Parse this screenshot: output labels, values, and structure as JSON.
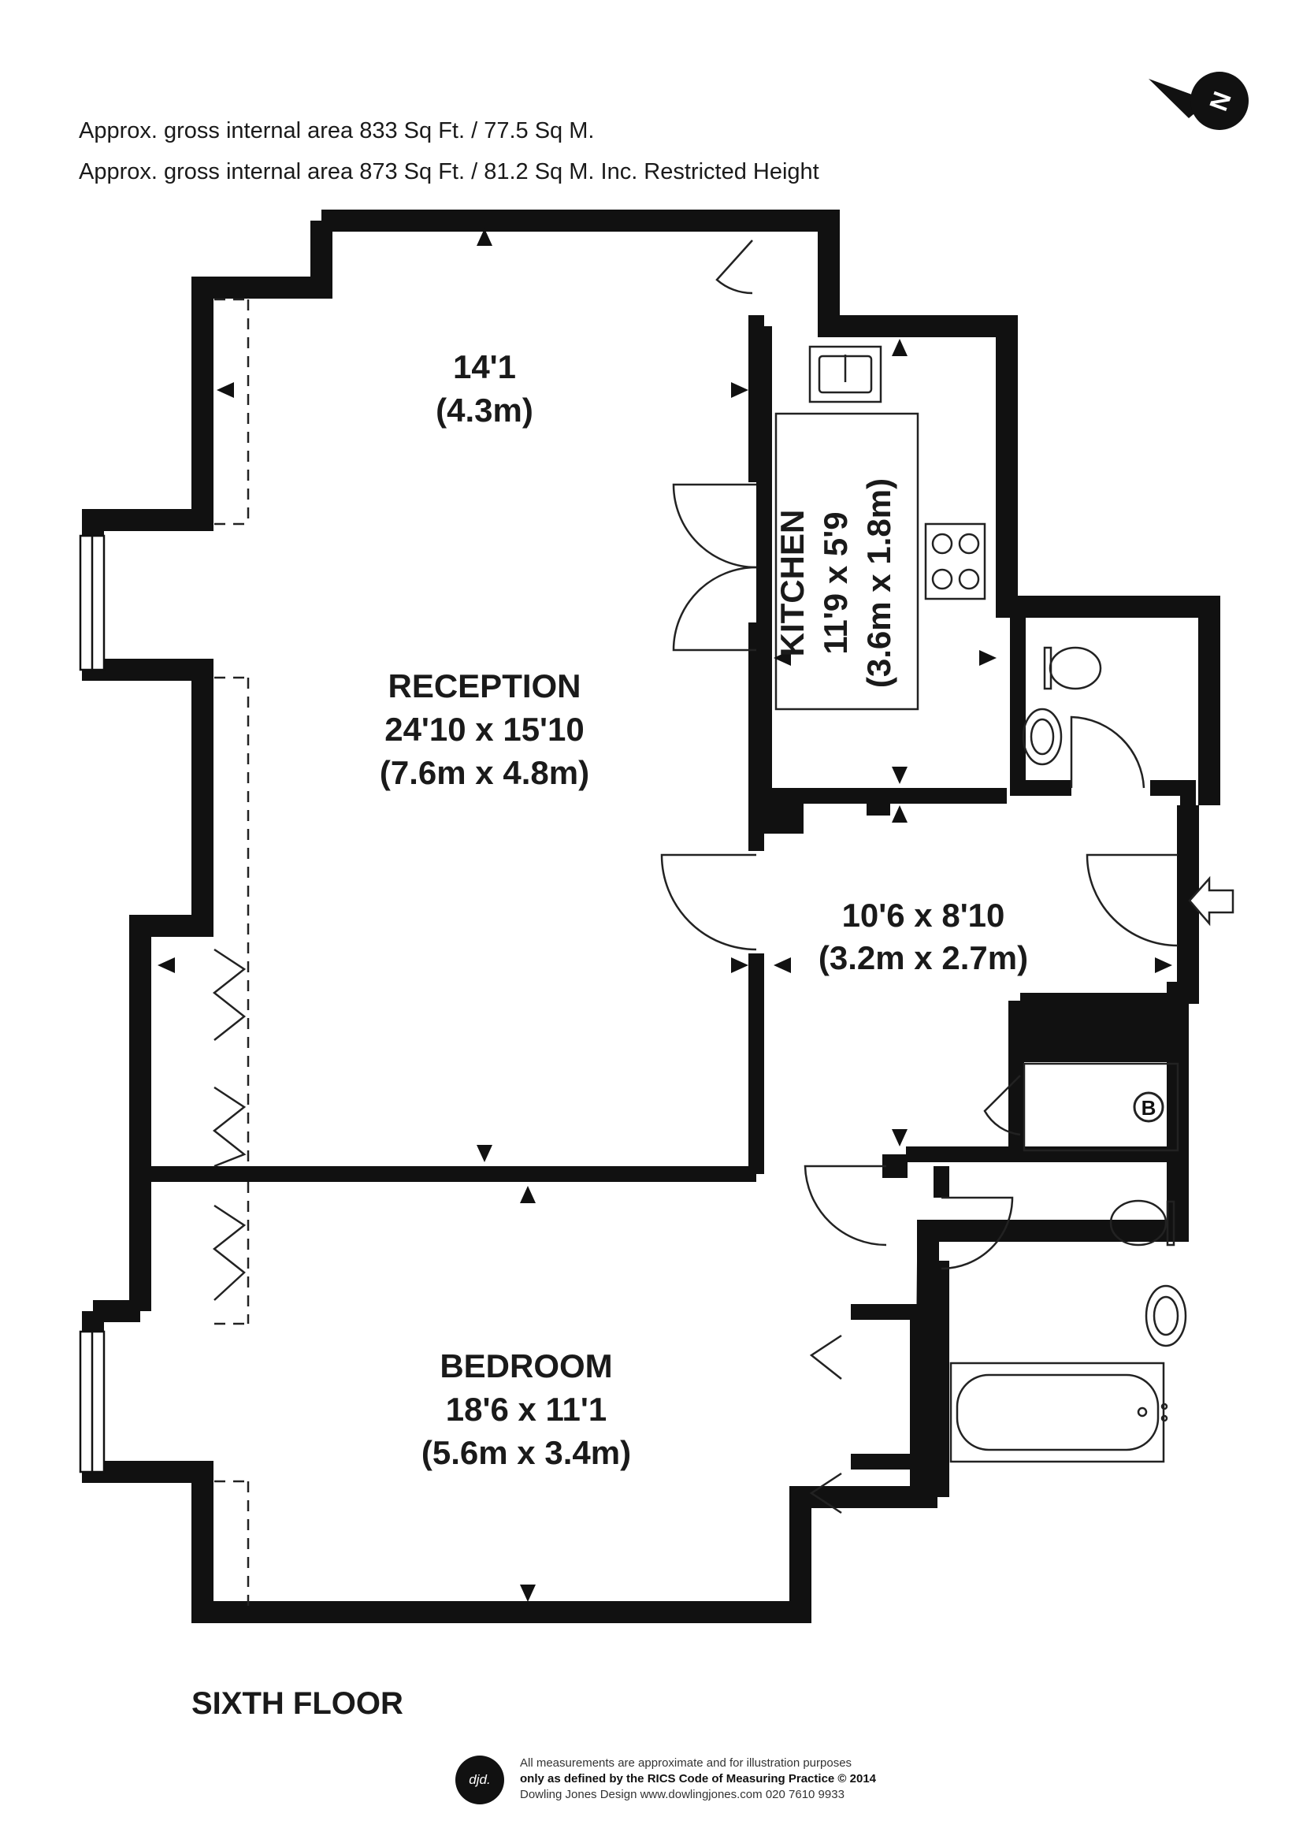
{
  "header": {
    "area_line_1": "Approx. gross internal area 833 Sq Ft. / 77.5 Sq M.",
    "area_line_2": "Approx. gross internal area 873 Sq Ft. / 81.2 Sq M. Inc. Restricted Height"
  },
  "compass": {
    "letter": "N"
  },
  "rooms": {
    "reception": {
      "name": "RECEPTION",
      "imperial": "24'10 x 15'10",
      "metric": "(7.6m x 4.8m)"
    },
    "reception_upper": {
      "imperial": "14'1",
      "metric": "(4.3m)"
    },
    "kitchen": {
      "name": "KITCHEN",
      "imperial": "11'9 x 5'9",
      "metric": "(3.6m x 1.8m)"
    },
    "hall": {
      "imperial": "10'6 x 8'10",
      "metric": "(3.2m x 2.7m)"
    },
    "bedroom": {
      "name": "BEDROOM",
      "imperial": "18'6 x 11'1",
      "metric": "(5.6m x 3.4m)"
    },
    "boiler": {
      "letter": "B"
    }
  },
  "footer": {
    "floor": "SIXTH FLOOR",
    "logo": "djd.",
    "disclaimer_1": "All measurements are approximate and for illustration purposes",
    "disclaimer_2": "only as defined by the RICS Code of Measuring Practice © 2014",
    "disclaimer_3": "Dowling Jones Design www.dowlingjones.com 020 7610 9933"
  },
  "colors": {
    "wall": "#111111",
    "line": "#222222",
    "background": "#ffffff"
  }
}
